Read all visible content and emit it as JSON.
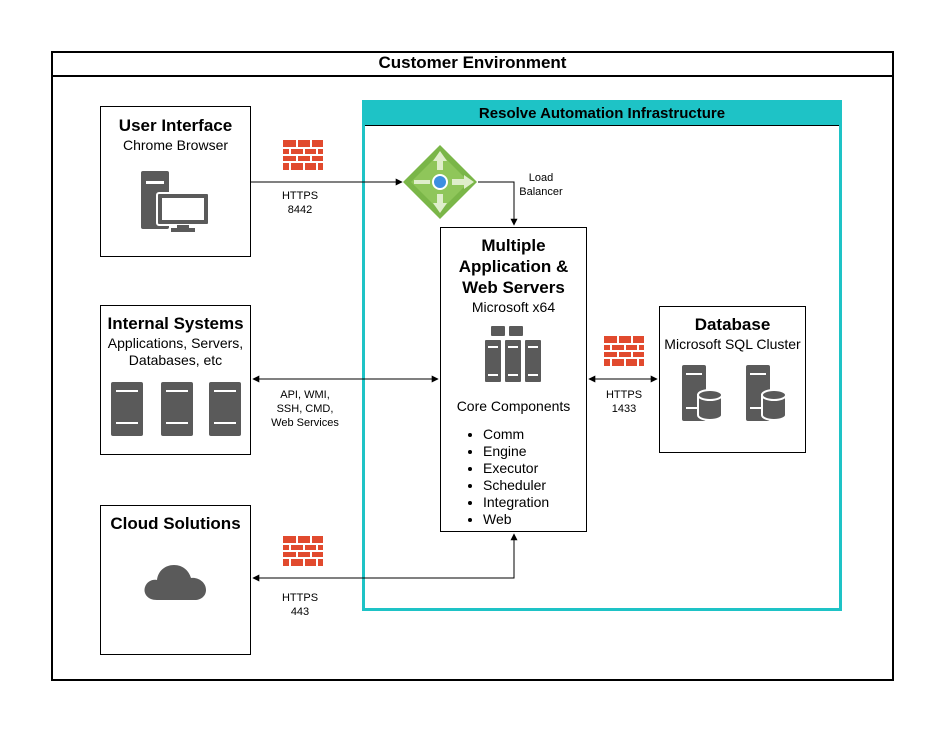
{
  "diagram": {
    "outer_title": "Customer Environment",
    "infra_title": "Resolve Automation Infrastructure",
    "user_interface": {
      "title": "User Interface",
      "subtitle": "Chrome Browser"
    },
    "internal_systems": {
      "title": "Internal Systems",
      "subtitle_line1": "Applications, Servers,",
      "subtitle_line2": "Databases, etc"
    },
    "cloud_solutions": {
      "title": "Cloud Solutions"
    },
    "app_servers": {
      "title_line1": "Multiple",
      "title_line2": "Application &",
      "title_line3": "Web Servers",
      "subtitle": "Microsoft x64",
      "core_label": "Core Components",
      "components": [
        "Comm",
        "Engine",
        "Executor",
        "Scheduler",
        "Integration",
        "Web"
      ]
    },
    "database": {
      "title": "Database",
      "subtitle": "Microsoft SQL Cluster"
    },
    "load_balancer": {
      "line1": "Load",
      "line2": "Balancer"
    },
    "edges": {
      "ui_to_lb": {
        "line1": "HTTPS",
        "line2": "8442"
      },
      "internal": {
        "line1": "API, WMI,",
        "line2": "SSH, CMD,",
        "line3": "Web Services"
      },
      "cloud": {
        "line1": "HTTPS",
        "line2": "443"
      },
      "db": {
        "line1": "HTTPS",
        "line2": "1433"
      }
    },
    "colors": {
      "infra_border": "#1ec3c6",
      "firewall": "#e14a2e",
      "server_gray": "#5a5a5a",
      "lb_green": "#7ab648",
      "lb_dot": "#3d8fe0"
    },
    "icons": [
      "firewall-icon",
      "desktop-computer-icon",
      "server-icon",
      "load-balancer-icon",
      "cloud-icon",
      "database-server-icon"
    ]
  }
}
